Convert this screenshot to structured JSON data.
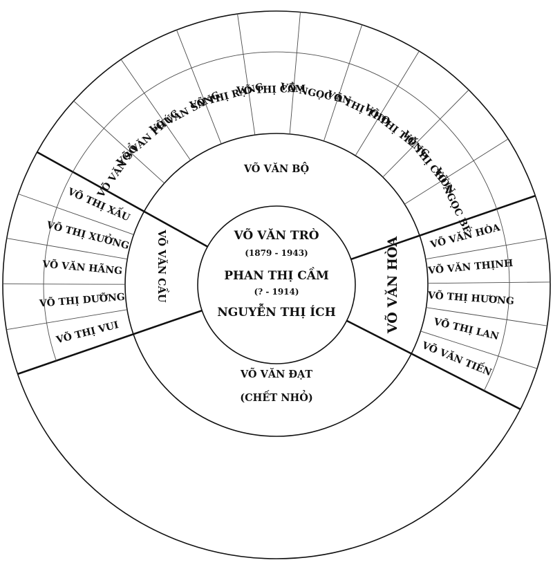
{
  "center": {
    "name1": "VÕ VĂN TRÒ",
    "years1": "(1879 - 1943)",
    "name2": "PHAN THỊ CẦM",
    "years2": "(? - 1914)",
    "name3": "NGUYỄN THỊ ÍCH"
  },
  "children": {
    "bo": "VÕ VĂN BỘ",
    "cau": "VÕ VĂN CẦU",
    "hoa": "VÕ VĂN HÒA",
    "dat": "VÕ VĂN ĐẠT",
    "dat_note": "(CHẾT NHỎ)"
  },
  "grandchildren": {
    "bo": [
      "VÕ VĂN SỔ",
      "VÕ VĂN PHÚC",
      "VÕ VĂN SANG",
      "VÕ THỊ RẠNG",
      "VÕ THỊ CẦM",
      "VÕ NGỌC AN",
      "VÕ THỊ THO",
      "VÕ THỊ TIẾNG",
      "VÕ THỊ CHỜN",
      "VÕ NGỌC BÉ"
    ],
    "cau": [
      "VÕ THỊ VUI",
      "VÕ THỊ DƯỠNG",
      "VÕ VĂN HÃNG",
      "VÕ THỊ XƯỞNG",
      "VÕ THỊ XẤU"
    ],
    "hoa": [
      "VÕ VĂN HÒA",
      "VÕ VĂN THỊNH",
      "VÕ THỊ HƯƠNG",
      "VÕ THỊ LAN",
      "VÕ VĂN TIẾN"
    ]
  }
}
